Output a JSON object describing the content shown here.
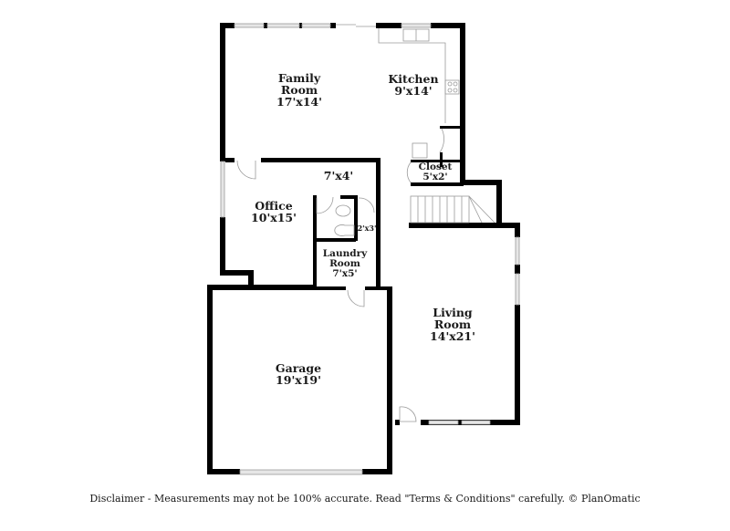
{
  "floorplan": {
    "rooms": [
      {
        "id": "family-room",
        "name_line1": "Family",
        "name_line2": "Room",
        "dims": "17'x14'"
      },
      {
        "id": "kitchen",
        "name_line1": "Kitchen",
        "name_line2": "",
        "dims": "9'x14'"
      },
      {
        "id": "closet",
        "name_line1": "Closet",
        "name_line2": "",
        "dims": "5'x2'"
      },
      {
        "id": "hall",
        "name_line1": "",
        "name_line2": "",
        "dims": "7'x4'"
      },
      {
        "id": "office",
        "name_line1": "Office",
        "name_line2": "",
        "dims": "10'x15'"
      },
      {
        "id": "half-bath",
        "name_line1": "",
        "name_line2": "",
        "dims": "2'x3'"
      },
      {
        "id": "laundry-room",
        "name_line1": "Laundry",
        "name_line2": "Room",
        "dims": "7'x5'"
      },
      {
        "id": "living-room",
        "name_line1": "Living",
        "name_line2": "Room",
        "dims": "14'x21'"
      },
      {
        "id": "garage",
        "name_line1": "Garage",
        "name_line2": "",
        "dims": "19'x19'"
      }
    ],
    "colors": {
      "wall": "#000000",
      "fixture": "#9a9a9a",
      "window": "#d8d8d8",
      "text": "#1a1a1a"
    }
  },
  "footer": {
    "disclaimer": "Disclaimer - Measurements may not be 100% accurate. Read \"Terms & Conditions\" carefully. © PlanOmatic"
  }
}
